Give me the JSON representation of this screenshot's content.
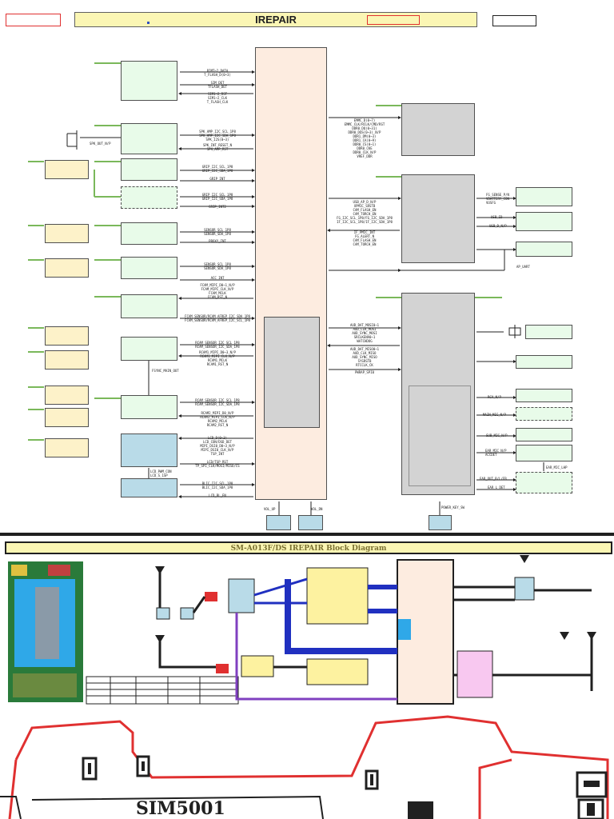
{
  "header": {
    "title": "IREPAIR"
  },
  "left_signals": [
    {
      "id": "s1",
      "text": "BIMT~2_DATA\nT_FLASH_D(0~3)"
    },
    {
      "id": "s2",
      "text": "SIM_DET\nTFLASH_DET"
    },
    {
      "id": "s3",
      "text": "SIM1~2_RST\nSIM1~2_CLK\nT_FLASH_CLK"
    },
    {
      "id": "s4",
      "text": "SPK_AMP_I2C_SCL_1P8\nSPK_AMP_I2C_SDA_1P8\nSPK_I2S(0~3)"
    },
    {
      "id": "s5",
      "text": "SPK_INT_RESET_N\nSPK_AMP_RST"
    },
    {
      "id": "s6",
      "text": "GRIP_I2C_SCL_1P8\nGRIP_I2C_SDA_1P8"
    },
    {
      "id": "s7",
      "text": "GRIP_INT"
    },
    {
      "id": "s8",
      "text": "GRIP_I2C_SCL_1P8\nGRIP_I2C_SDA_1P8"
    },
    {
      "id": "s9",
      "text": "GRIP_INT2"
    },
    {
      "id": "s10",
      "text": "SENSOR_SCL_1P8\nSENSOR_SDA_1P8"
    },
    {
      "id": "s11",
      "text": "PROXY_INT"
    },
    {
      "id": "s12",
      "text": "SENSOR_SCL_1P8\nSENSOR_SDA_1P8"
    },
    {
      "id": "s13",
      "text": "ACC_INT"
    },
    {
      "id": "s14",
      "text": "FCAM_MIPI_D0~1_N/P\nFCAM_MIPI_CLK_N/P\nFCAM_MCLK\nFCAM_RST_N"
    },
    {
      "id": "s15",
      "text": "FCAM_SENSOR/RCAM_AFREP_I2C_SDA_1P8\nFCAM_SENSOR/RCAM_AFREP_I2C_SCL_1P8"
    },
    {
      "id": "s16",
      "text": "RCAM_SENSOR_I2C_SCL_1P8\nRCAM_SENSOR_I2C_SDA_1P8"
    },
    {
      "id": "s17",
      "text": "RCAM1_MIPI_D0~3_N/P\nRCAM1_MIPI_CLK_N/P\nRCAM1_MCLK\nRCAM1_RST_N"
    },
    {
      "id": "s18",
      "text": "RCAM_SENSOR_I2C_SCL_1P8\nRCAM_SENSOR_I2C_SDA_1P8"
    },
    {
      "id": "s19",
      "text": "RCAM2_MIPI_D0_N/P\nRCAM2_MIPI_CLK_N/P\nRCAM2_MCLK\nRCAM2_RST_N"
    },
    {
      "id": "s20",
      "text": "LCD_D(0~3)\nLCD_CON/DSD_DET\nMIPI_DSI0_D0~3_N/P\nMIPI_DSI0_CLK_N/P\nTSP_INT"
    },
    {
      "id": "s21",
      "text": "LCD/TSP_RST\nTP_SPI_CLK/MOSI/MISO/CS"
    },
    {
      "id": "s22",
      "text": "BLIC_I2C_SCL_1P8\nBLIC_I2C_SDA_1P8"
    },
    {
      "id": "s23",
      "text": "LCD_BL_EN"
    }
  ],
  "right_signals": [
    {
      "id": "r1",
      "text": "EMMC_D(0~7)\nEMMC_CLK/RCLK/CMD/RST\nDDR0_DQ(0~31)\nDDR0_DQS(0~3)_N/P\nDDR1_DM(0~3)\nDDR1_CA(0~9)\nDDR0_CS(0~1)\nDDR0_CKE\nDDR0_CLK_N/P\nVREF_DDR"
    },
    {
      "id": "r2",
      "text": "USB_AP_D_N/P\nXPMIC_SRSTB\nCAM_FLASH_EN\nCAM_TORCH_EN\nFG_I2C_SCL_1P8/FG_I2C_SDA_1P8\nIF_I2C_SCL_1P8/IF_I2C_SDA_1P8"
    },
    {
      "id": "r3",
      "text": "IF_PMIC_INT\nFG_ALERT_N\nCAM_FLASH_EN\nCAM_TORCH_EN"
    },
    {
      "id": "r4",
      "text": "AUD_DAT_MOSI0~1\nAUD_CLK_MOSI\nAUD_SYNC_MOSI\nSRCLKENA0~1\nWATCHDOG"
    },
    {
      "id": "r5",
      "text": "AUD_DAT_MISO0~1\nAUD_CLK_MISO\nAUD_SYNC_MISO\nSYSRSTB\nRTCCLK_CK"
    },
    {
      "id": "r6",
      "text": "PWRAP_SPI0"
    }
  ],
  "pmic_labels": [
    {
      "id": "p1",
      "text": "FG_SENSE_P/N\nVBATTERY_CON\nVUSFG"
    },
    {
      "id": "p2",
      "text": "USB_ID"
    },
    {
      "id": "p3",
      "text": "USB_D_N/P"
    },
    {
      "id": "p4",
      "text": "AP_UART"
    },
    {
      "id": "p5",
      "text": "RCV_N/P"
    },
    {
      "id": "p6",
      "text": "MAIN_MIC_N/P"
    },
    {
      "id": "p7",
      "text": "SUB_MIC_N/P"
    },
    {
      "id": "p8",
      "text": "EAR_MIC_N/P\nACCDET"
    },
    {
      "id": "p9",
      "text": "EAR_MIC_LHP"
    },
    {
      "id": "p10",
      "text": "EAR_OUT_R/L/FB"
    },
    {
      "id": "p11",
      "text": "EAR_L_DET"
    }
  ],
  "misc_labels": {
    "spk_out": "SPK_OUT_N/P",
    "fsync": "FSYNC_MAIN_OUT",
    "lcd_pwm": "LCD_PWM_CON\nLCD_S_1SP",
    "vol_up": "VOL_UP",
    "vol_dn": "VOL_DN",
    "power_key": "POWER_KEY_SW"
  },
  "lower": {
    "title": "SM-A013F/DS IREPAIR Block Diagram",
    "pcb_text": "SIM5001"
  }
}
